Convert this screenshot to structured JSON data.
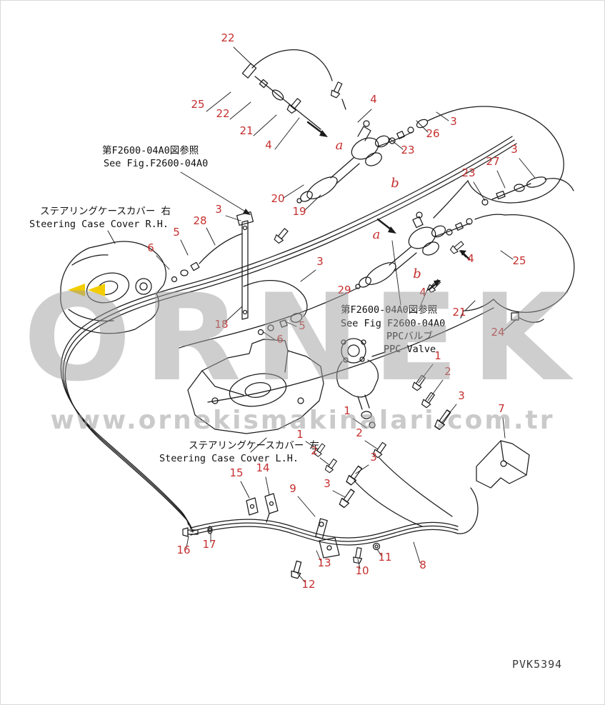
{
  "page": {
    "doc_code": "PVK5394",
    "callout_color": "#c62f2f",
    "line_color": "#1b1b1b",
    "watermark_color": "#9e9e9e",
    "highlight_color": "#f3cd00"
  },
  "watermark": {
    "title": "ORNEK",
    "url": "www.ornekismakinalari.com.tr"
  },
  "annotations": {
    "ref_fig_top": {
      "jp": "第F2600-04A0図参照",
      "en": "See Fig.F2600-04A0"
    },
    "ref_fig_mid": {
      "jp": "第F2600-04A0図参照",
      "en": "See Fig F2600-04A0"
    },
    "ppc_valve": {
      "jp": "PPCバルブ",
      "en": "PPC Valve"
    },
    "cover_rh": {
      "jp": "ステアリングケースカバー 右",
      "en": "Steering Case Cover R.H."
    },
    "cover_lh": {
      "jp": "ステアリングケースカバー 左",
      "en": "Steering Case Cover L.H."
    }
  },
  "markers": {
    "a1": "a",
    "b1": "b",
    "a2": "a",
    "b2": "b"
  },
  "callouts": [
    "22",
    "25",
    "22",
    "21",
    "4",
    "4",
    "23",
    "26",
    "3",
    "3",
    "27",
    "23",
    "20",
    "19",
    "3",
    "28",
    "5",
    "6",
    "3",
    "29",
    "4",
    "25",
    "4",
    "21",
    "24",
    "18",
    "5",
    "6",
    "1",
    "2",
    "3",
    "7",
    "1",
    "2",
    "1",
    "2",
    "3",
    "3",
    "15",
    "14",
    "9",
    "16",
    "17",
    "12",
    "13",
    "10",
    "11",
    "8"
  ]
}
